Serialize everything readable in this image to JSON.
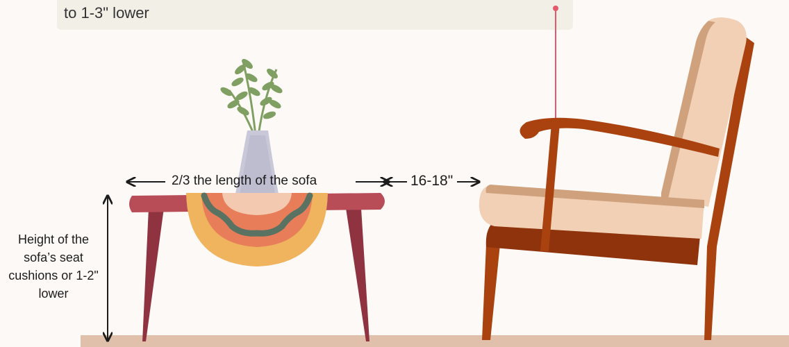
{
  "top_note": {
    "text": "to 1-3\" lower"
  },
  "table_length": {
    "text": "2/3 the length of the sofa"
  },
  "gap": {
    "text": "16-18\""
  },
  "table_height": {
    "text": "Height of the sofa’s seat cushions or 1-2\" lower"
  },
  "colors": {
    "background": "#fdf9f6",
    "note_box": "#f2efe7",
    "floor": "#e0c0aa",
    "table_top": "#b84c57",
    "table_legs": "#8f3340",
    "leader_line": "#e25a6e",
    "chair_frame": "#a9420f",
    "chair_seat_base": "#8e330c",
    "cushion": "#f2d0b6",
    "cushion_shadow": "#cfa17d",
    "vase": "#c9c8d8",
    "leaves": "#7fa062",
    "runner_outer": "#f0b45e",
    "runner_middle": "#e87d5a",
    "runner_wave": "#5a7262",
    "runner_center": "#f3c9b0"
  }
}
